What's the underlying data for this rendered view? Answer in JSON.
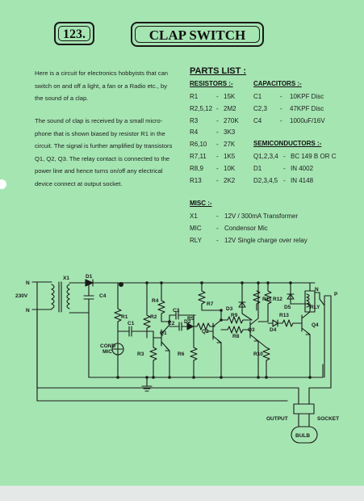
{
  "header": {
    "number": "123.",
    "title": "CLAP SWITCH"
  },
  "intro": {
    "para1": [
      "Here is a circuit for electronics hobbyists that can",
      "switch on and off a light, a fan or a Radio etc., by",
      "the sound of a clap."
    ],
    "para2": [
      "The sound of clap is received by a small micro-",
      "phone that is shown biased by resistor R1 in the",
      "circuit. The signal is further amplified by transistors",
      "Q1, Q2, Q3.  The relay contact is connected to the",
      "power line and hence turns on/off any electrical",
      "device connect at output socket."
    ]
  },
  "parts": {
    "heading": "PARTS LIST :",
    "resistors_heading": "RESISTORS :-",
    "resistors": [
      {
        "ref": "R1",
        "sep": "-",
        "val": "15K"
      },
      {
        "ref": "R2,5,12",
        "sep": "-",
        "val": "2M2"
      },
      {
        "ref": "R3",
        "sep": "-",
        "val": "270K"
      },
      {
        "ref": "R4",
        "sep": "-",
        "val": "3K3"
      },
      {
        "ref": "R6,10",
        "sep": "-",
        "val": "27K"
      },
      {
        "ref": "R7,11",
        "sep": "-",
        "val": "1K5"
      },
      {
        "ref": "R8,9",
        "sep": "-",
        "val": "10K"
      },
      {
        "ref": "R13",
        "sep": "-",
        "val": "2K2"
      }
    ],
    "capacitors_heading": "CAPACITORS :-",
    "capacitors": [
      {
        "ref": "C1",
        "sep": "-",
        "val": "10KPF Disc"
      },
      {
        "ref": "C2,3",
        "sep": "-",
        "val": "47KPF Disc"
      },
      {
        "ref": "C4",
        "sep": "-",
        "val": "1000uF/16V"
      }
    ],
    "semis_heading": "SEMICONDUCTORS :-",
    "semis": [
      {
        "ref": "Q1,2,3,4",
        "sep": "-",
        "val": "BC 149 B OR C"
      },
      {
        "ref": "D1",
        "sep": "-",
        "val": "IN 4002"
      },
      {
        "ref": "D2,3,4,5",
        "sep": "-",
        "val": "IN 4148"
      }
    ],
    "misc_heading": "MISC :-",
    "misc": [
      {
        "ref": "X1",
        "sep": "-",
        "val": "12V / 300mA Transformer"
      },
      {
        "ref": "MIC",
        "sep": "-",
        "val": "Condensor Mic"
      },
      {
        "ref": "RLY",
        "sep": "-",
        "val": "12V Single charge over relay"
      }
    ]
  },
  "schematic": {
    "labels": {
      "n_in": "N",
      "voltage": "230V",
      "n_out": "N",
      "x1": "X1",
      "d1": "D1",
      "c4": "C4",
      "r1": "R1",
      "c1": "C1",
      "cond": "COND",
      "mic": "MIC",
      "r3": "R3",
      "r4": "R4",
      "r2": "R2",
      "c3": "C3",
      "c2": "C2",
      "d2": "D2",
      "q1": "Q1",
      "r5": "R5",
      "r6": "R6",
      "q2": "Q2",
      "r7": "R7",
      "d3": "D3",
      "r9": "R9",
      "r8": "R8",
      "q3": "Q3",
      "r10": "R10",
      "r11": "R11",
      "r12": "R12",
      "d4": "D4",
      "r13": "R13",
      "d5": "D5",
      "q4": "Q4",
      "rly": "RLY",
      "n_relay": "N",
      "p_relay": "P",
      "output": "OUTPUT",
      "socket": "SOCKET",
      "bulb": "BULB"
    }
  },
  "colors": {
    "paper": "#a5e5b2",
    "ink": "#1a1a1a"
  }
}
